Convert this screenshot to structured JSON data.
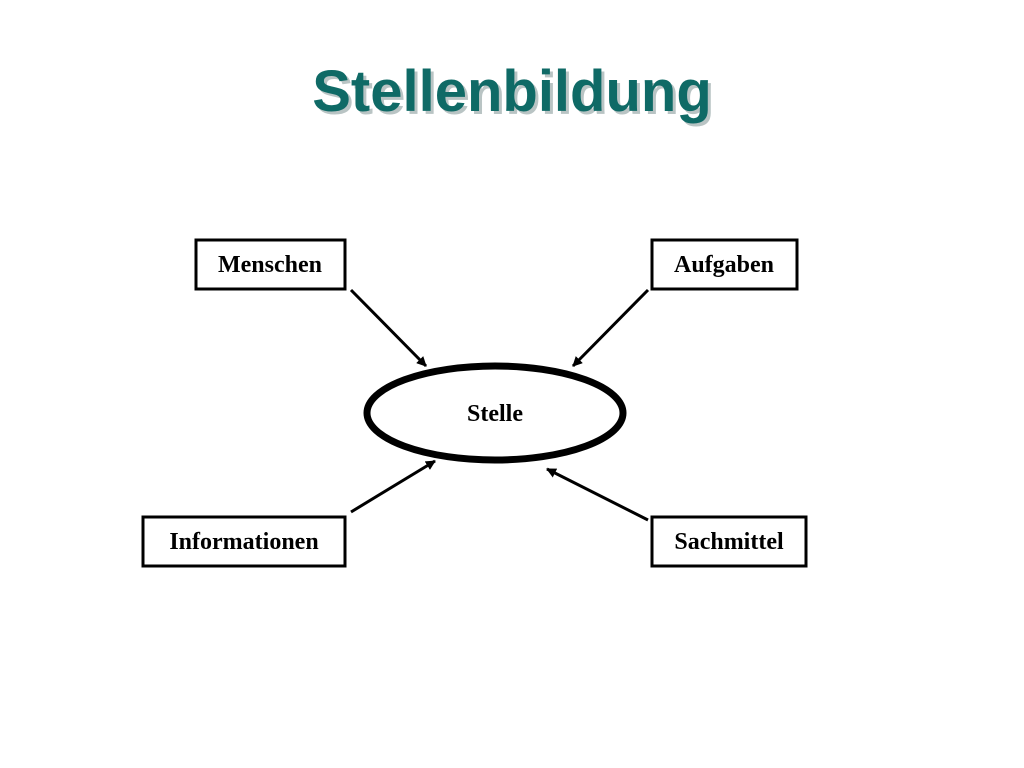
{
  "title": "Stellenbildung",
  "diagram": {
    "center": {
      "label": "Stelle"
    },
    "nodes": {
      "menschen": {
        "label": "Menschen"
      },
      "aufgaben": {
        "label": "Aufgaben"
      },
      "informationen": {
        "label": "Informationen"
      },
      "sachmittel": {
        "label": "Sachmittel"
      }
    },
    "edges": [
      {
        "from": "Menschen",
        "to": "Stelle"
      },
      {
        "from": "Aufgaben",
        "to": "Stelle"
      },
      {
        "from": "Informationen",
        "to": "Stelle"
      },
      {
        "from": "Sachmittel",
        "to": "Stelle"
      }
    ],
    "colors": {
      "title": "#0f6a66",
      "title_shadow": "#b9c4c4",
      "stroke": "#000000"
    }
  }
}
